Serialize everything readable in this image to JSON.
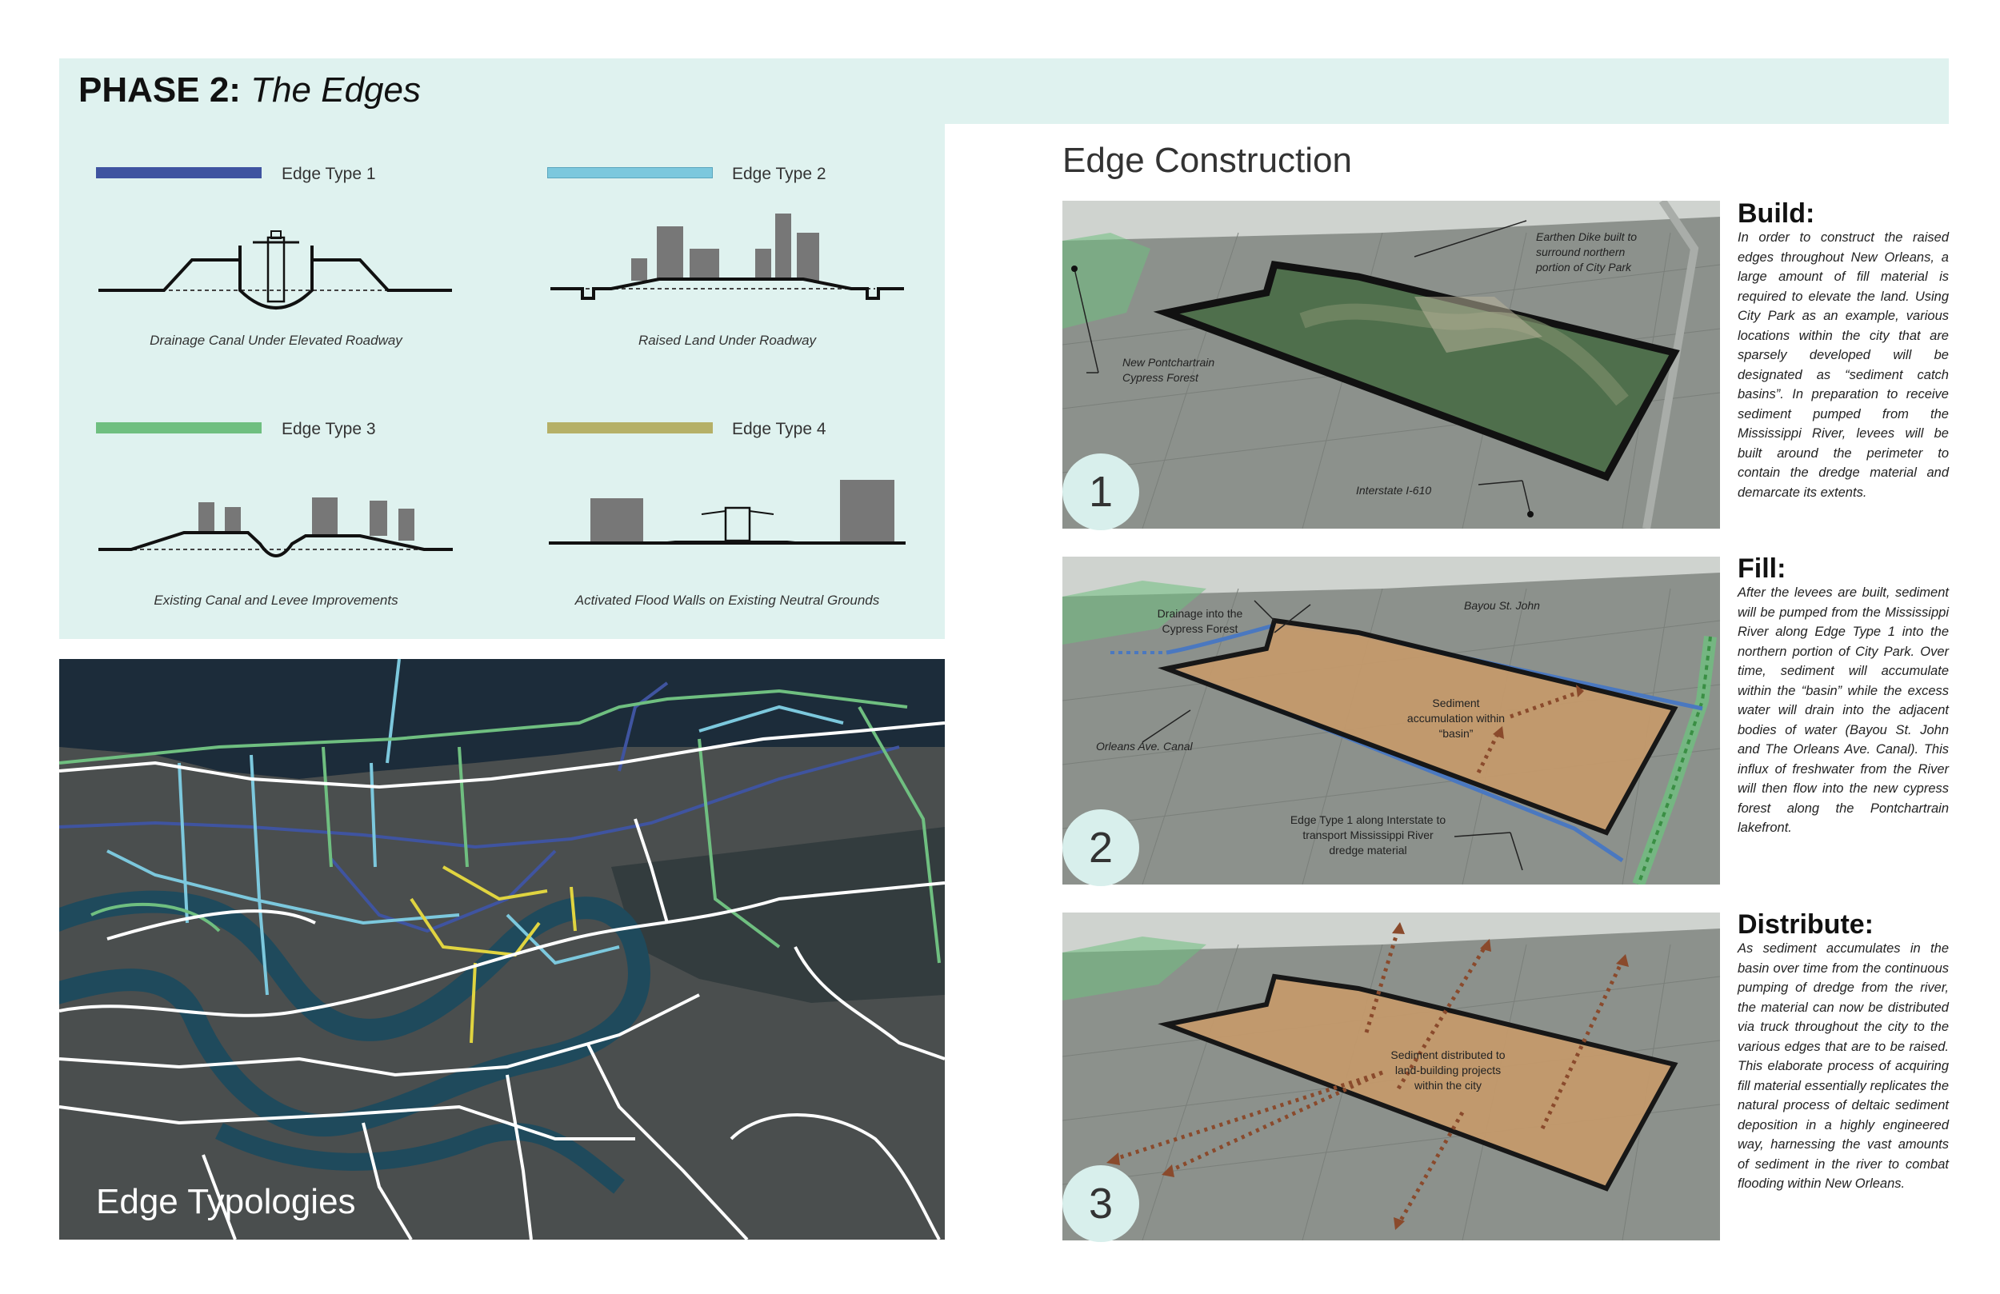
{
  "header": {
    "phase_label": "PHASE 2:",
    "phase_title": "The Edges"
  },
  "colors": {
    "edge_type_1": "#3f54a0",
    "edge_type_2": "#7cc8dd",
    "edge_type_3": "#6fbf80",
    "edge_type_4": "#b5b067",
    "panel_bg": "#dff2ef",
    "sediment": "#c49a6c"
  },
  "edge_types": [
    {
      "label": "Edge Type 1",
      "caption": "Drainage Canal Under Elevated Roadway"
    },
    {
      "label": "Edge Type 2",
      "caption": "Raised Land Under Roadway"
    },
    {
      "label": "Edge Type 3",
      "caption": "Existing Canal and Levee Improvements"
    },
    {
      "label": "Edge Type 4",
      "caption": "Activated Flood Walls on Existing Neutral Grounds"
    }
  ],
  "map": {
    "label": "Edge Typologies"
  },
  "construction": {
    "title": "Edge Construction",
    "steps": [
      {
        "number": "1",
        "heading": "Build:",
        "text": "In order to construct the raised edges throughout New Orleans, a large amount of fill material is required to elevate the land. Using City Park as an example, various locations within the city that are sparsely developed will be designated as “sediment catch basins”. In preparation to receive sediment pumped from the Mississippi River, levees will be built around the perimeter to contain the dredge material and demarcate its extents.",
        "annotations": {
          "dike": "Earthen Dike built to surround northern portion of City Park",
          "forest": "New Pontchartrain Cypress Forest",
          "interstate": "Interstate I-610"
        }
      },
      {
        "number": "2",
        "heading": "Fill:",
        "text": "After the levees are built, sediment will be pumped from the Mississippi River along Edge Type 1 into the northern portion of City Park. Over time, sediment will accumulate within the “basin” while the excess water will drain into the adjacent bodies of water (Bayou St. John and The Orleans Ave. Canal). This influx of freshwater from the River will then flow into the new cypress forest along the Pontchartrain lakefront.",
        "annotations": {
          "drainage": "Drainage into the Cypress Forest",
          "bayou": "Bayou St. John",
          "canal": "Orleans Ave. Canal",
          "accumulation": "Sediment accumulation within “basin”",
          "edge1": "Edge Type 1 along Interstate to transport Mississippi River dredge material"
        }
      },
      {
        "number": "3",
        "heading": "Distribute:",
        "text": "As sediment accumulates in the basin over time from the continuous pumping of dredge from the river, the material can now be distributed via truck throughout the city to the various edges that are to be raised. This elaborate process of acquiring fill material essentially replicates the natural process of deltaic sediment deposition in a highly engineered way, harnessing the vast amounts of sediment in the river to combat flooding within New Orleans.",
        "annotations": {
          "distributed": "Sediment distributed to land-building projects within the city"
        }
      }
    ]
  }
}
